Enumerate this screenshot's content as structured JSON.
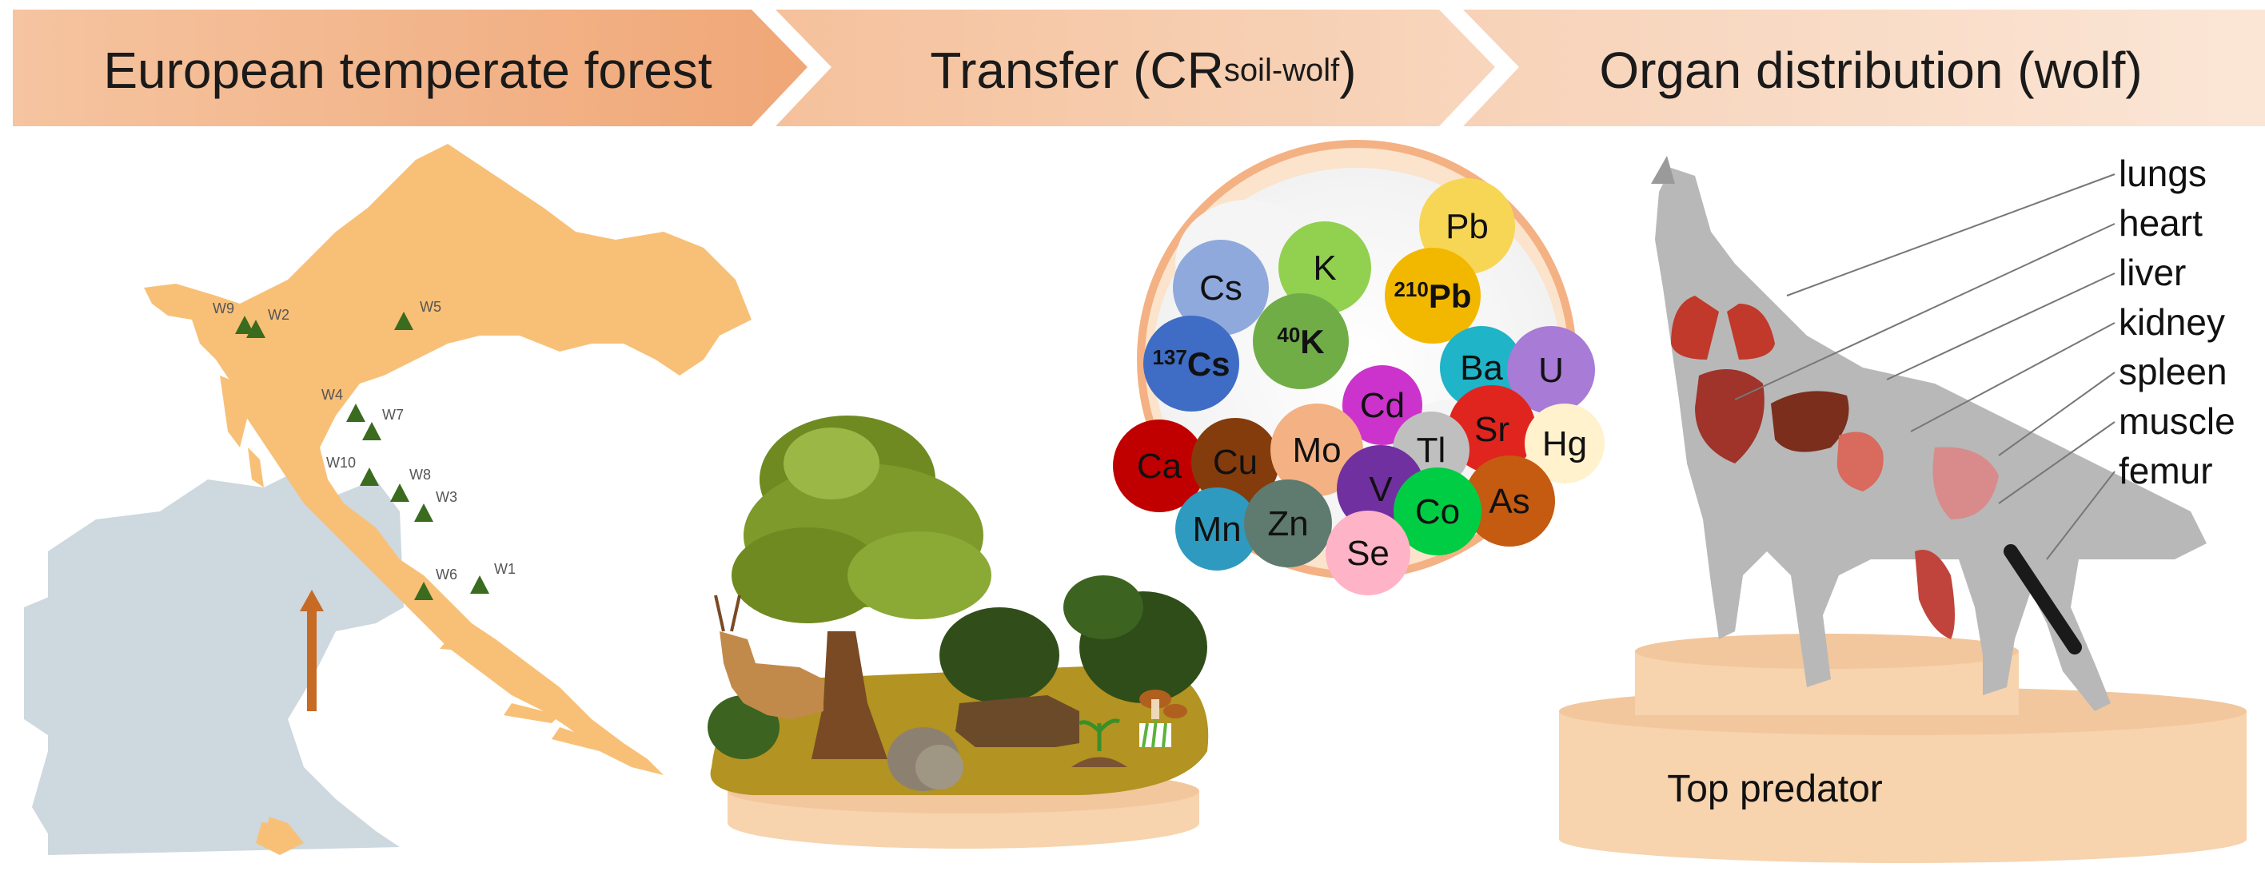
{
  "header": {
    "step1": "European temperate forest",
    "step2_main": "Transfer (CR",
    "step2_sub": "soil-wolf",
    "step2_close": ")",
    "step3": "Organ distribution (wolf)"
  },
  "map": {
    "sites": [
      "W9",
      "W2",
      "W5",
      "W4",
      "W7",
      "W10",
      "W8",
      "W3",
      "W6",
      "W1"
    ],
    "site_marker_color": "#3a6b1e"
  },
  "elements": {
    "items": [
      "Pb",
      "Cs",
      "K",
      "210Pb",
      "137Cs",
      "40K",
      "Ba",
      "U",
      "Cd",
      "Sr",
      "Hg",
      "Tl",
      "Ca",
      "Cu",
      "Mo",
      "As",
      "V",
      "Co",
      "Mn",
      "Zn",
      "Se"
    ],
    "isotopes": {
      "pb210": {
        "mass": "210",
        "symbol": "Pb"
      },
      "cs137": {
        "mass": "137",
        "symbol": "Cs"
      },
      "k40": {
        "mass": "40",
        "symbol": "K"
      }
    },
    "colors": {
      "Pb": "#f7d655",
      "Cs": "#8fa9dc",
      "K": "#92d050",
      "210Pb": "#f2b800",
      "137Cs": "#3f6cc4",
      "40K": "#70ad47",
      "Ba": "#1fb4c8",
      "U": "#a77bd6",
      "Cd": "#cc33cc",
      "Sr": "#e0251f",
      "Hg": "#fff2cc",
      "Tl": "#bfbfbf",
      "Ca": "#c00000",
      "Cu": "#843c0c",
      "Mo": "#f4b183",
      "As": "#c55a11",
      "V": "#7030a0",
      "Co": "#00cc44",
      "Mn": "#2e9abf",
      "Zn": "#5f7a6e",
      "Se": "#ffb3c6"
    }
  },
  "organs": {
    "labels": [
      "lungs",
      "heart",
      "liver",
      "kidney",
      "spleen",
      "muscle",
      "femur"
    ]
  },
  "podium": {
    "label": "Top predator"
  },
  "colors": {
    "chevron1": "#f0a777",
    "chevron2": "#f6caa8",
    "chevron3": "#f9dcc7",
    "map_land": "#f8c077",
    "europe_land": "#cdd8df",
    "podium": "#f7d3ae",
    "circle_fill": "#fbe3cc",
    "wolf": "#b8b8b8"
  }
}
